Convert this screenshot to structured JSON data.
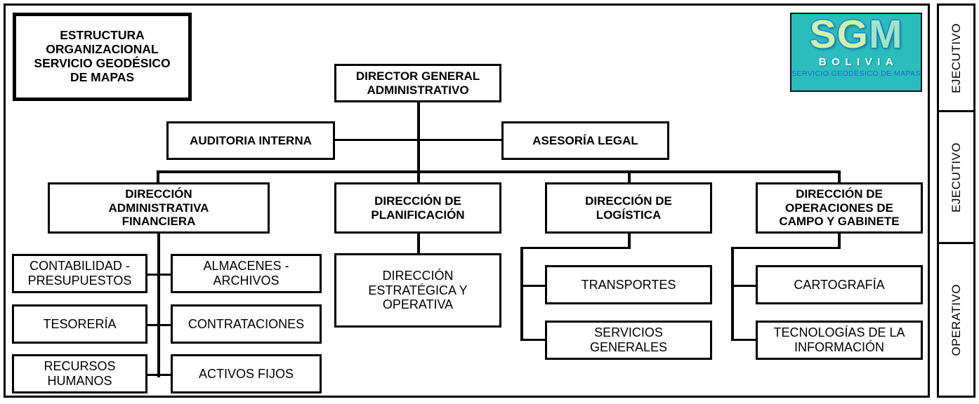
{
  "title_box": {
    "label": "ESTRUCTURA\nORGANIZACIONAL\nSERVICIO GEODÉSICO\nDE MAPAS"
  },
  "logo": {
    "letters_sg": "SG",
    "letter_m": "M",
    "country": "BOLIVIA",
    "subtitle": "SERVICIO GEODÉSICO DE MAPAS",
    "bg_color": "#2bbcbd",
    "letters_color": "#cdf3ae",
    "letter_m_color": "#9fe6c9",
    "country_color": "#ffffff",
    "subtitle_color": "#1f64c8"
  },
  "legend": {
    "cells": [
      {
        "label": "EJECUTIVO"
      },
      {
        "label": "EJECUTIVO"
      },
      {
        "label": "OPERATIVO"
      }
    ]
  },
  "chart_data": {
    "type": "org-chart",
    "title": "ESTRUCTURA ORGANIZACIONAL SERVICIO GEODÉSICO DE MAPAS",
    "levels": [
      "EJECUTIVO",
      "EJECUTIVO",
      "OPERATIVO"
    ],
    "nodes": {
      "director": "DIRECTOR GENERAL\nADMINISTRATIVO",
      "auditoria": "AUDITORIA INTERNA",
      "asesoria": "ASESORÍA LEGAL",
      "dir_admin": "DIRECCIÓN\nADMINISTRATIVA\nFINANCIERA",
      "dir_planif": "DIRECCIÓN DE\nPLANIFICACIÓN",
      "dir_logistica": "DIRECCIÓN DE\nLOGÍSTICA",
      "dir_operaciones": "DIRECCIÓN DE\nOPERACIONES DE\nCAMPO Y GABINETE",
      "contabilidad": "CONTABILIDAD -\nPRESUPUESTOS",
      "almacenes": "ALMACENES -\nARCHIVOS",
      "tesoreria": "TESORERÍA",
      "contrataciones": "CONTRATACIONES",
      "recursos": "RECURSOS\nHUMANOS",
      "activos": "ACTIVOS FIJOS",
      "estrategica": "DIRECCIÓN\nESTRATÉGICA Y\nOPERATIVA",
      "transportes": "TRANSPORTES",
      "servicios": "SERVICIOS\nGENERALES",
      "cartografia": "CARTOGRAFÍA",
      "tecnologias": "TECNOLOGÍAS DE LA\nINFORMACIÓN"
    },
    "edges": [
      [
        "director",
        "auditoria"
      ],
      [
        "director",
        "asesoria"
      ],
      [
        "director",
        "dir_admin"
      ],
      [
        "director",
        "dir_planif"
      ],
      [
        "director",
        "dir_logistica"
      ],
      [
        "director",
        "dir_operaciones"
      ],
      [
        "dir_admin",
        "contabilidad"
      ],
      [
        "dir_admin",
        "almacenes"
      ],
      [
        "dir_admin",
        "tesoreria"
      ],
      [
        "dir_admin",
        "contrataciones"
      ],
      [
        "dir_admin",
        "recursos"
      ],
      [
        "dir_admin",
        "activos"
      ],
      [
        "dir_planif",
        "estrategica"
      ],
      [
        "dir_logistica",
        "transportes"
      ],
      [
        "dir_logistica",
        "servicios"
      ],
      [
        "dir_operaciones",
        "cartografia"
      ],
      [
        "dir_operaciones",
        "tecnologias"
      ]
    ]
  }
}
